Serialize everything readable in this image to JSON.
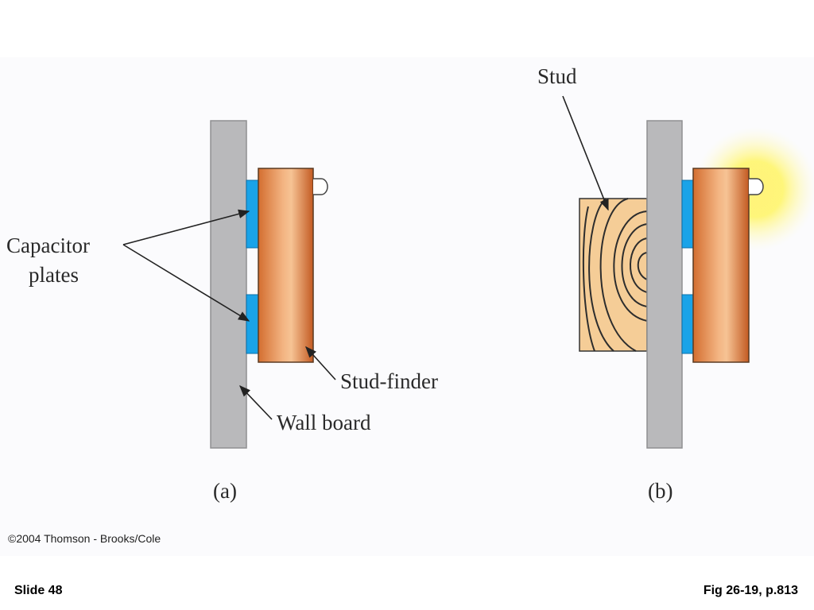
{
  "labels": {
    "capacitor_line1": "Capacitor",
    "capacitor_line2": "plates",
    "stud_finder": "Stud-finder",
    "wall_board": "Wall board",
    "stud": "Stud"
  },
  "captions": {
    "a": "(a)",
    "b": "(b)"
  },
  "credit": "©2004 Thomson - Brooks/Cole",
  "footer": {
    "slide": "Slide 48",
    "figure_ref": "Fig 26-19, p.813"
  },
  "colors": {
    "wall": "#b9b9bb",
    "plate": "#1aa3e8",
    "stud_finder_dark": "#c8632a",
    "stud_finder_light": "#f6bf8c",
    "stud_wood": "#f5cd97",
    "glow": "#ffee55"
  }
}
